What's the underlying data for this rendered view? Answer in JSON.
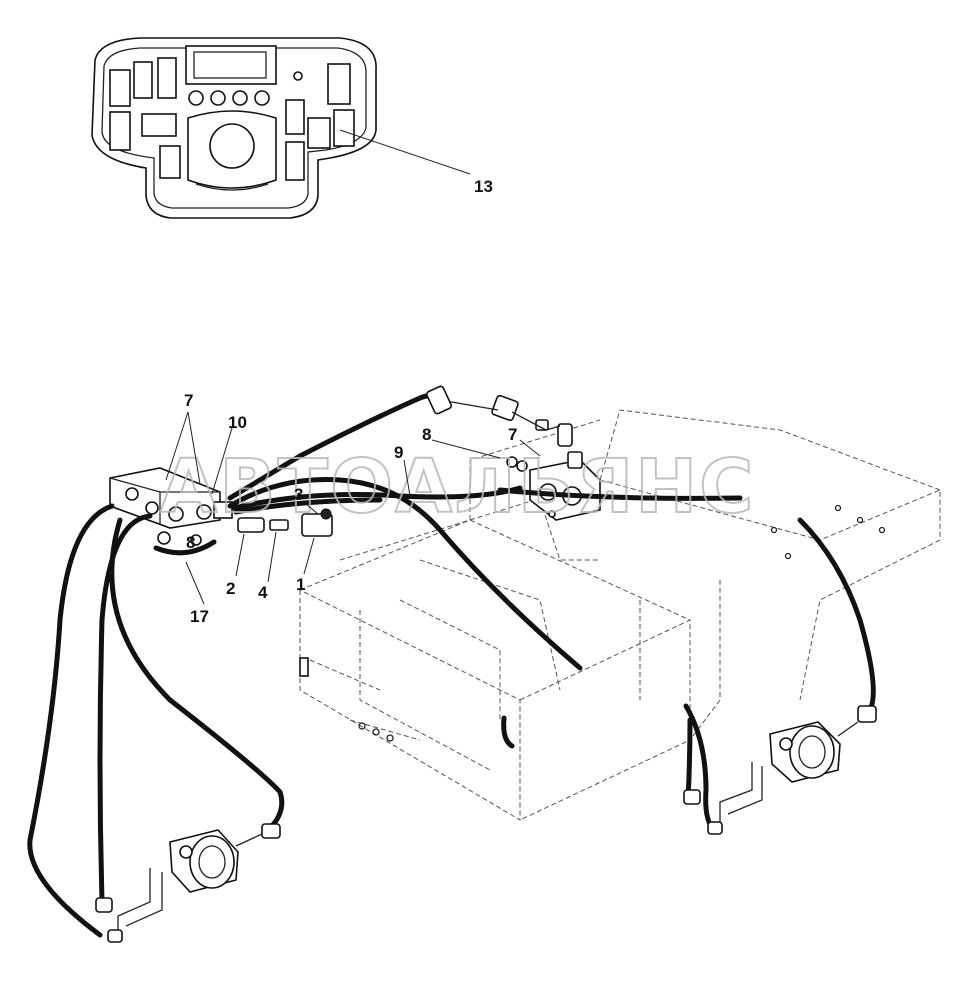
{
  "callouts": {
    "c13": "13",
    "c7a": "7",
    "c10": "10",
    "c8a": "8",
    "c7b": "7",
    "c9": "9",
    "c3": "3",
    "c8b": "8",
    "c2": "2",
    "c4": "4",
    "c1": "1",
    "c17": "17"
  },
  "watermark": "АВТОАЛЬЯНС",
  "colors": {
    "line": "#111111",
    "frame_dashed": "#555555",
    "watermark": "#b8b8b8",
    "background": "#ffffff"
  }
}
